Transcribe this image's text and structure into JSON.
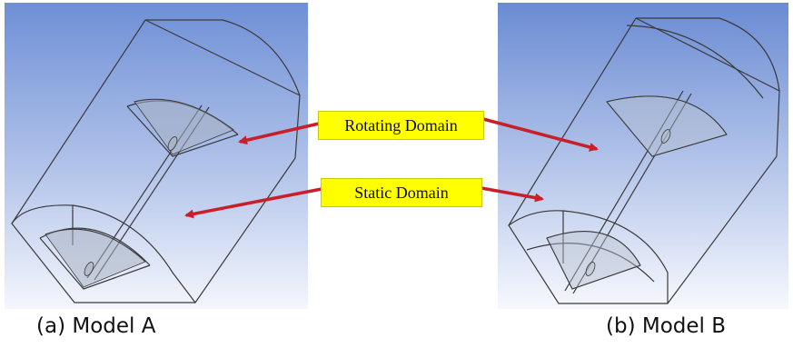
{
  "labels": {
    "rotating": "Rotating Domain",
    "static": "Static Domain"
  },
  "captions": {
    "a": "(a) Model A",
    "b": "(b) Model B"
  },
  "colors": {
    "panel_top": "#6e8fd6",
    "panel_bottom": "#f4f6fc",
    "label_fill": "#ffff00",
    "arrow": "#c8202a",
    "edge": "#3a3a3a",
    "blade_fill": "#a9b2c2"
  }
}
